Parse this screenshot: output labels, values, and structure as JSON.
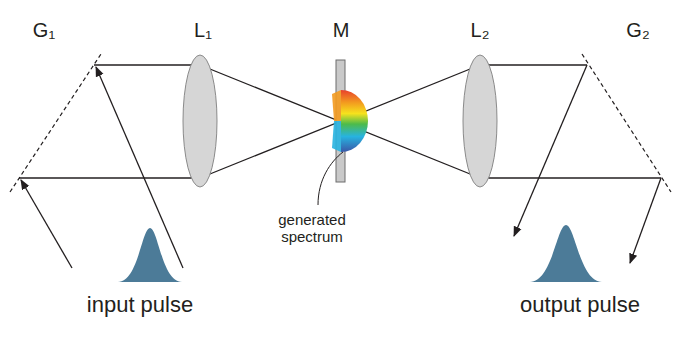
{
  "diagram": {
    "labels": [
      "G₁",
      "L₁",
      "M",
      "L₂",
      "G₂",
      "generated spectrum",
      "input pulse",
      "output pulse"
    ]
  }
}
